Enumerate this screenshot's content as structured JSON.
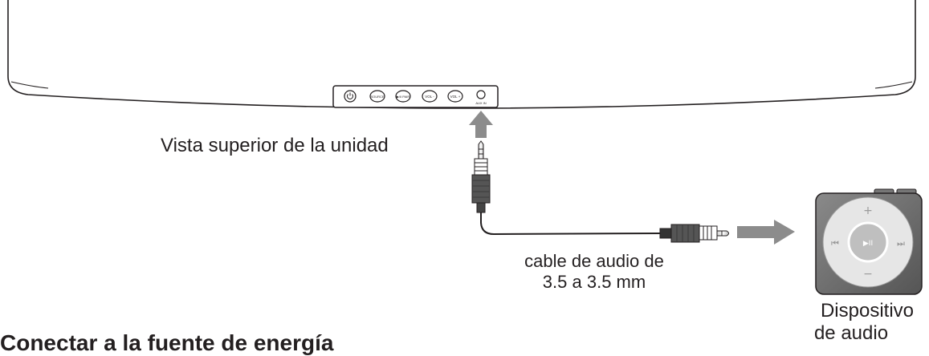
{
  "labels": {
    "top_view": "Vista superior de la unidad",
    "cable_line1": "cable de audio de",
    "cable_line2": "3.5 a 3.5 mm",
    "device_line1": "Dispositivo",
    "device_line2": "de audio",
    "section_heading": "Conectar a la fuente de energía"
  },
  "panel_buttons": [
    "power-icon",
    "SOURCE",
    "▶/II PAIR",
    "VOL -",
    "VOL +"
  ],
  "aux_jack_label": "AUX IN",
  "player": {
    "plus": "+",
    "minus": "−",
    "prev": "⏮",
    "next": "⏭",
    "play_pause": "▶II"
  },
  "colors": {
    "line": "#231f20",
    "arrow": "#8c8c8c",
    "player_body": "#6e6e6e",
    "player_wheel": "#e6e6e6"
  }
}
